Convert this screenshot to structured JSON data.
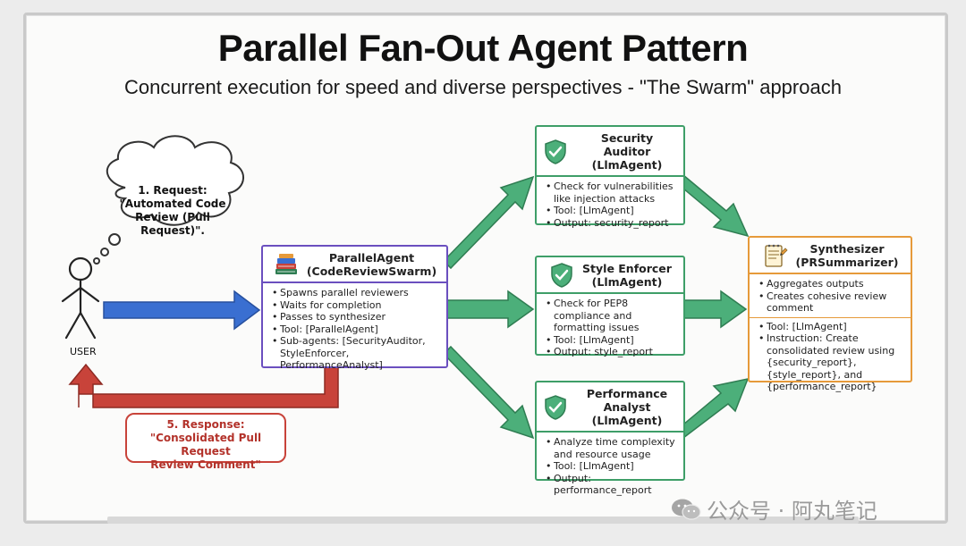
{
  "title": "Parallel Fan-Out Agent Pattern",
  "subtitle": "Concurrent execution for speed and diverse perspectives - \"The Swarm\" approach",
  "user": {
    "label": "USER"
  },
  "request": {
    "line1": "1. Request:",
    "line2": "\"Automated Code",
    "line3": "Review (Pull Request)\"."
  },
  "parallel_agent": {
    "title": "ParallelAgent",
    "subtitle": "(CodeReviewSwarm)",
    "icon": "books-icon",
    "bullets": [
      "Spawns parallel reviewers",
      "Waits for completion",
      "Passes to synthesizer",
      "Tool: [ParallelAgent]",
      "Sub-agents: [SecurityAuditor,",
      "StyleEnforcer, PerformanceAnalyst]"
    ]
  },
  "security_auditor": {
    "title": "Security Auditor",
    "subtitle": "(LlmAgent)",
    "icon": "shield-check-icon",
    "bullets": [
      "Check for vulnerabilities like injection attacks",
      "Tool: [LlmAgent]",
      "Output: security_report"
    ]
  },
  "style_enforcer": {
    "title": "Style Enforcer",
    "subtitle": "(LlmAgent)",
    "icon": "shield-check-icon",
    "bullets": [
      "Check for PEP8 compliance and formatting issues",
      "Tool: [LlmAgent]",
      "Output: style_report"
    ]
  },
  "performance_analyst": {
    "title": "Performance Analyst",
    "subtitle": "(LlmAgent)",
    "icon": "shield-check-icon",
    "bullets": [
      "Analyze time complexity and resource usage",
      "Tool: [LlmAgent]",
      "Output: performance_report"
    ]
  },
  "synthesizer": {
    "title": "Synthesizer",
    "subtitle": "(PRSummarizer)",
    "icon": "notepad-icon",
    "bullets": [
      "Aggregates outputs",
      "Creates cohesive review comment",
      "Tool: [LlmAgent]",
      "Instruction: Create consolidated review using {security_report}, {style_report}, and {performance_report}"
    ]
  },
  "response": {
    "line1": "5. Response:",
    "line2": "\"Consolidated Pull Request",
    "line3": "Review Comment\""
  },
  "watermark": "公众号 · 阿丸笔记",
  "colors": {
    "green": "#3e9e68",
    "purple": "#6b4fbf",
    "orange": "#e69a3a",
    "blue": "#3a6fd1",
    "red": "#c8433a"
  }
}
